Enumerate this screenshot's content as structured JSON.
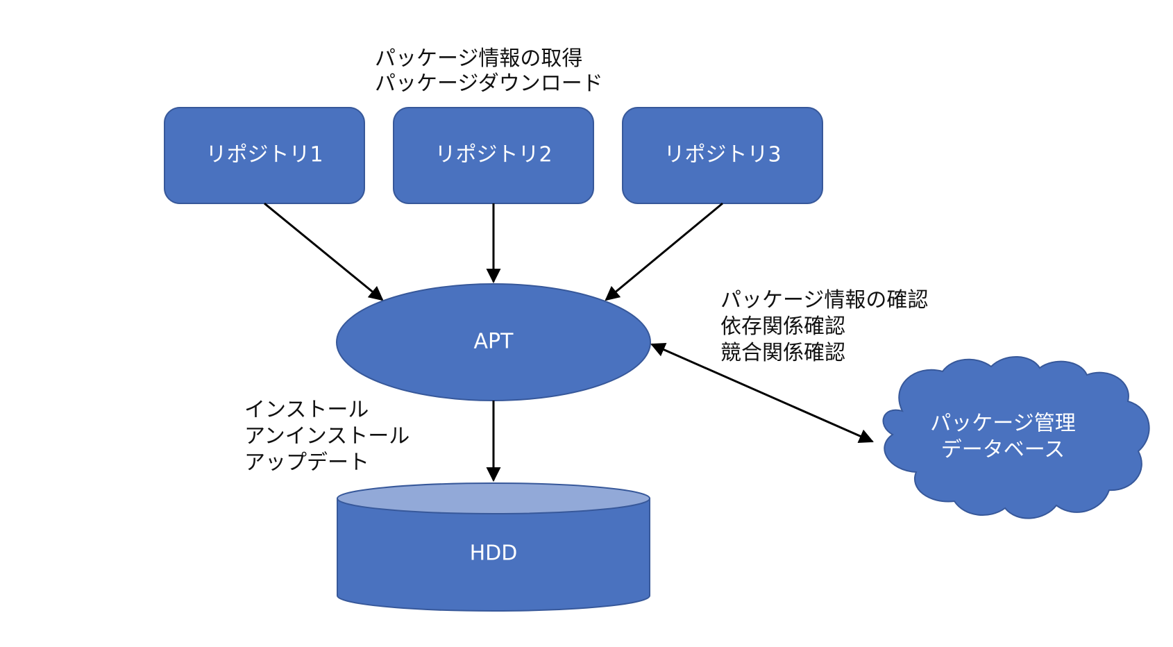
{
  "colors": {
    "node_fill": "#4a72bf",
    "node_stroke": "#37589a",
    "cylinder_top": "#92a9d8",
    "arrow": "#000000",
    "node_text": "#ffffff",
    "annotation_text": "#111111"
  },
  "repositories": [
    {
      "label": "リポジトリ1"
    },
    {
      "label": "リポジトリ2"
    },
    {
      "label": "リポジトリ3"
    }
  ],
  "apt": {
    "label": "APT"
  },
  "hdd": {
    "label": "HDD"
  },
  "package_db": {
    "line1": "パッケージ管理",
    "line2": "データベース"
  },
  "annotations": {
    "repo_actions": {
      "line1": "パッケージ情報の取得",
      "line2": "パッケージダウンロード"
    },
    "db_actions": {
      "line1": "パッケージ情報の確認",
      "line2": "依存関係確認",
      "line3": "競合関係確認"
    },
    "hdd_actions": {
      "line1": "インストール",
      "line2": "アンインストール",
      "line3": "アップデート"
    }
  }
}
